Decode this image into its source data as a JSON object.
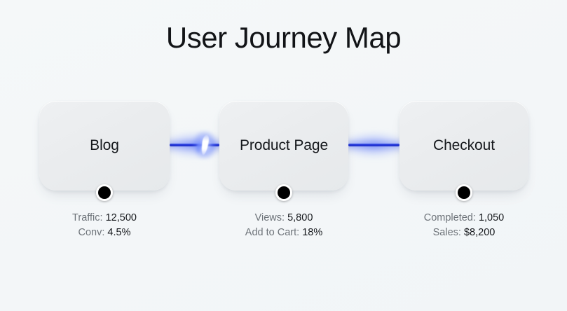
{
  "title": "User Journey Map",
  "theme": {
    "background": "#f4f7f9",
    "card_background": "#eaecee",
    "connector_blue": "#2436d8",
    "handle_color": "#000000",
    "title_color": "#121417",
    "metric_label_color": "#6d7379",
    "metric_value_color": "#15181c"
  },
  "nodes": [
    {
      "id": "blog",
      "label": "Blog",
      "handle_icon": "circle-handle-icon",
      "metrics": [
        {
          "key": "Traffic:",
          "value": "12,500"
        },
        {
          "key": "Conv:",
          "value": "4.5%"
        }
      ]
    },
    {
      "id": "product-page",
      "label": "Product Page",
      "handle_icon": "circle-handle-icon",
      "metrics": [
        {
          "key": "Views:",
          "value": "5,800"
        },
        {
          "key": "Add to Cart:",
          "value": "18%"
        }
      ]
    },
    {
      "id": "checkout",
      "label": "Checkout",
      "handle_icon": "circle-handle-icon",
      "metrics": [
        {
          "key": "Completed:",
          "value": "1,050"
        },
        {
          "key": "Sales:",
          "value": "$8,200"
        }
      ]
    }
  ],
  "connectors": [
    {
      "id": "blog-to-product-page",
      "from": "blog",
      "to": "product-page",
      "animated": true
    },
    {
      "id": "product-page-to-checkout",
      "from": "product-page",
      "to": "checkout",
      "animated": false
    }
  ]
}
